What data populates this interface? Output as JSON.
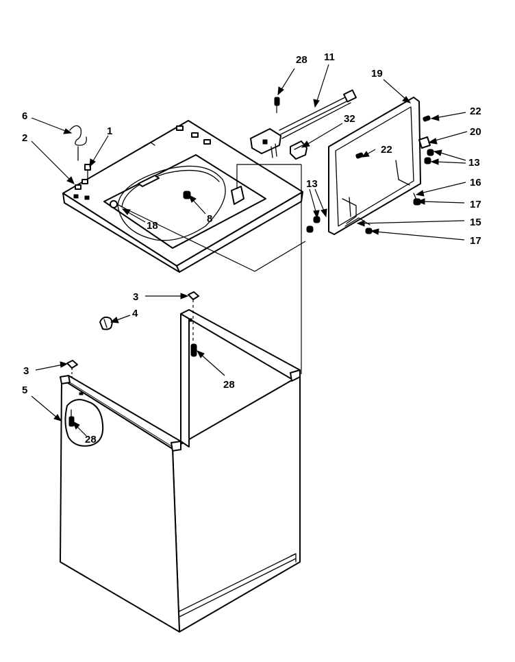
{
  "callouts": [
    {
      "id": "c-28-top",
      "label": "28"
    },
    {
      "id": "c-11",
      "label": "11"
    },
    {
      "id": "c-19",
      "label": "19"
    },
    {
      "id": "c-22-top",
      "label": "22"
    },
    {
      "id": "c-6",
      "label": "6"
    },
    {
      "id": "c-1",
      "label": "1"
    },
    {
      "id": "c-2",
      "label": "2"
    },
    {
      "id": "c-32",
      "label": "32"
    },
    {
      "id": "c-20",
      "label": "20"
    },
    {
      "id": "c-22-mid",
      "label": "22"
    },
    {
      "id": "c-13-right",
      "label": "13"
    },
    {
      "id": "c-16",
      "label": "16"
    },
    {
      "id": "c-13-left",
      "label": "13"
    },
    {
      "id": "c-17-top",
      "label": "17"
    },
    {
      "id": "c-15",
      "label": "15"
    },
    {
      "id": "c-17-bottom",
      "label": "17"
    },
    {
      "id": "c-18",
      "label": "18"
    },
    {
      "id": "c-8",
      "label": "8"
    },
    {
      "id": "c-3-top",
      "label": "3"
    },
    {
      "id": "c-4",
      "label": "4"
    },
    {
      "id": "c-28-mid",
      "label": "28"
    },
    {
      "id": "c-3-left",
      "label": "3"
    },
    {
      "id": "c-5",
      "label": "5"
    },
    {
      "id": "c-28-inset",
      "label": "28"
    }
  ]
}
